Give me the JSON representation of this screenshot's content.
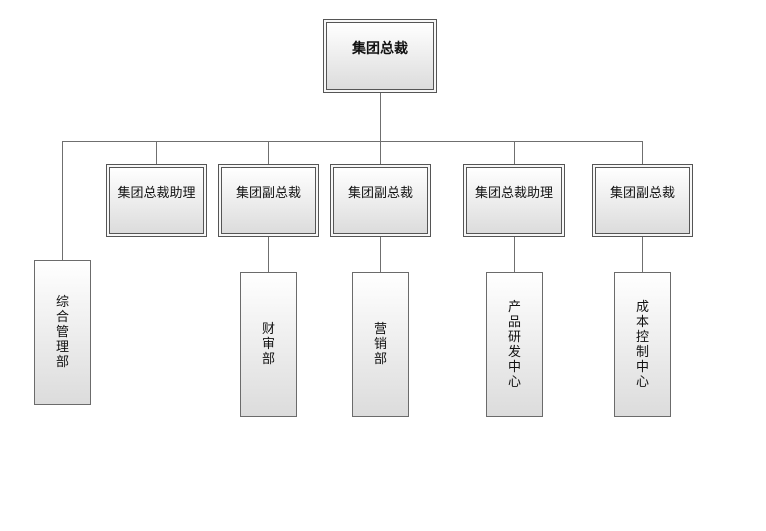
{
  "root": {
    "label": "集团总裁"
  },
  "level1": [
    {
      "label": "集团总裁助理"
    },
    {
      "label": "集团副总裁"
    },
    {
      "label": "集团副总裁"
    },
    {
      "label": "集团总裁助理"
    },
    {
      "label": "集团副总裁"
    }
  ],
  "departments": [
    {
      "label": "综合管理部"
    },
    {
      "label": "财审部"
    },
    {
      "label": "营销部"
    },
    {
      "label": "产品研发中心"
    },
    {
      "label": "成本控制中心"
    }
  ]
}
